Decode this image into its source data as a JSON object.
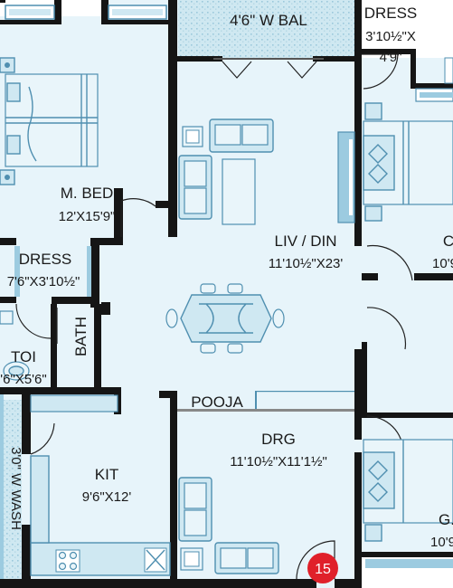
{
  "rooms": {
    "balcony": {
      "name": "4'6\" W BAL"
    },
    "dress_top": {
      "name": "DRESS",
      "dim1": "3'10½\"X",
      "dim2": "4'9\""
    },
    "master_bed": {
      "name": "M. BED",
      "dim": "12'X15'9\""
    },
    "living_dining": {
      "name": "LIV / DIN",
      "dim": "11'10½\"X23'"
    },
    "bed_right_top": {
      "name": "C",
      "dim": "10'9"
    },
    "dress_left": {
      "name": "DRESS",
      "dim": "7'6\"X3'10½\""
    },
    "bath": {
      "name": "BATH"
    },
    "toilet": {
      "name": "TOI",
      "dim": "'6\"X5'6\""
    },
    "wash": {
      "name": "3'0\" W WASH"
    },
    "pooja": {
      "name": "POOJA"
    },
    "drawing": {
      "name": "DRG",
      "dim": "11'10½\"X11'1½\""
    },
    "kitchen": {
      "name": "KIT",
      "dim": "9'6\"X12'"
    },
    "bed_right_bottom": {
      "name": "G.",
      "dim": "10'9"
    }
  },
  "unit_badge": "15",
  "colors": {
    "wall": "#151515",
    "floor": "#e7f4fa",
    "balcony": "#cfe8f1",
    "furniture_stroke": "#4f8fb0",
    "badge": "#e0202a"
  }
}
